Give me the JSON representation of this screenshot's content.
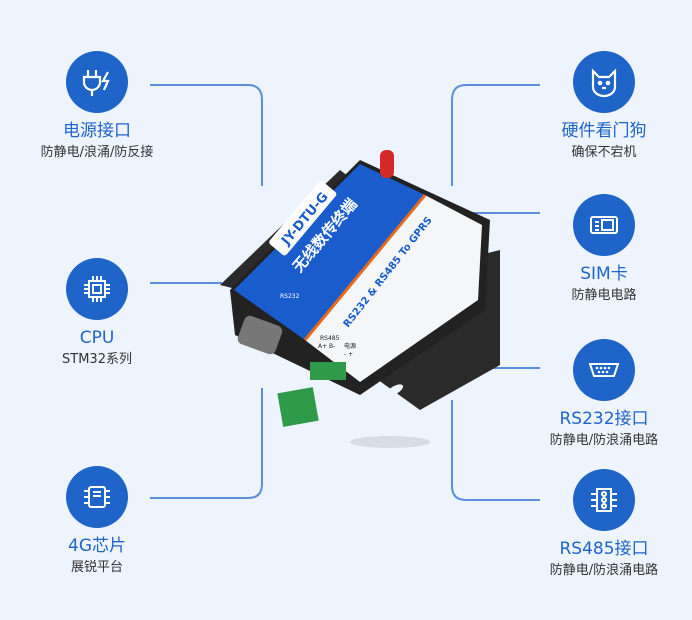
{
  "features_left": [
    {
      "icon": "power-plug-icon",
      "title": "电源接口",
      "subtitle": "防静电/浪涌/防反接"
    },
    {
      "icon": "cpu-chip-icon",
      "title": "CPU",
      "subtitle": "STM32系列"
    },
    {
      "icon": "4g-chip-icon",
      "title": "4G芯片",
      "subtitle": "展锐平台"
    }
  ],
  "features_right": [
    {
      "icon": "watchdog-icon",
      "title": "硬件看门狗",
      "subtitle": "确保不宕机"
    },
    {
      "icon": "sim-card-icon",
      "title": "SIM卡",
      "subtitle": "防静电电路"
    },
    {
      "icon": "rs232-port-icon",
      "title": "RS232接口",
      "subtitle": "防静电/防浪涌电路"
    },
    {
      "icon": "rs485-terminal-icon",
      "title": "RS485接口",
      "subtitle": "防静电/防浪涌电路"
    }
  ],
  "device": {
    "model": "JY-DTU-G",
    "name": "无线数传终端",
    "spec": "RS232 & RS485 To  GPRS",
    "port_label": "RS232",
    "terminal_label": "RS485",
    "terminal_pins": "A+ B-",
    "power_label": "电源",
    "power_pins": "- +"
  },
  "colors": {
    "accent": "#1f64c8",
    "line": "#5b8fdc",
    "background": "#edf4fd"
  }
}
